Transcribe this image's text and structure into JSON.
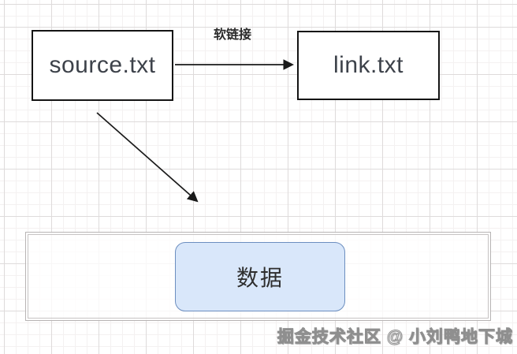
{
  "diagram": {
    "source_node": {
      "label": "source.txt"
    },
    "link_node": {
      "label": "link.txt"
    },
    "data_node": {
      "label": "数据"
    },
    "softlink_edge": {
      "label": "软链接"
    },
    "watermark": "掘金技术社区 @ 小刘鸭地下城",
    "colors": {
      "node_border": "#141414",
      "node_text": "#3d424a",
      "arrow": "#1a1a1a",
      "data_fill": "#d9e7fa",
      "data_border": "#6c8ebf",
      "container_border": "#b7b4b4",
      "grid_major": "#dedbdb",
      "grid_minor": "#f4f1f1"
    }
  }
}
